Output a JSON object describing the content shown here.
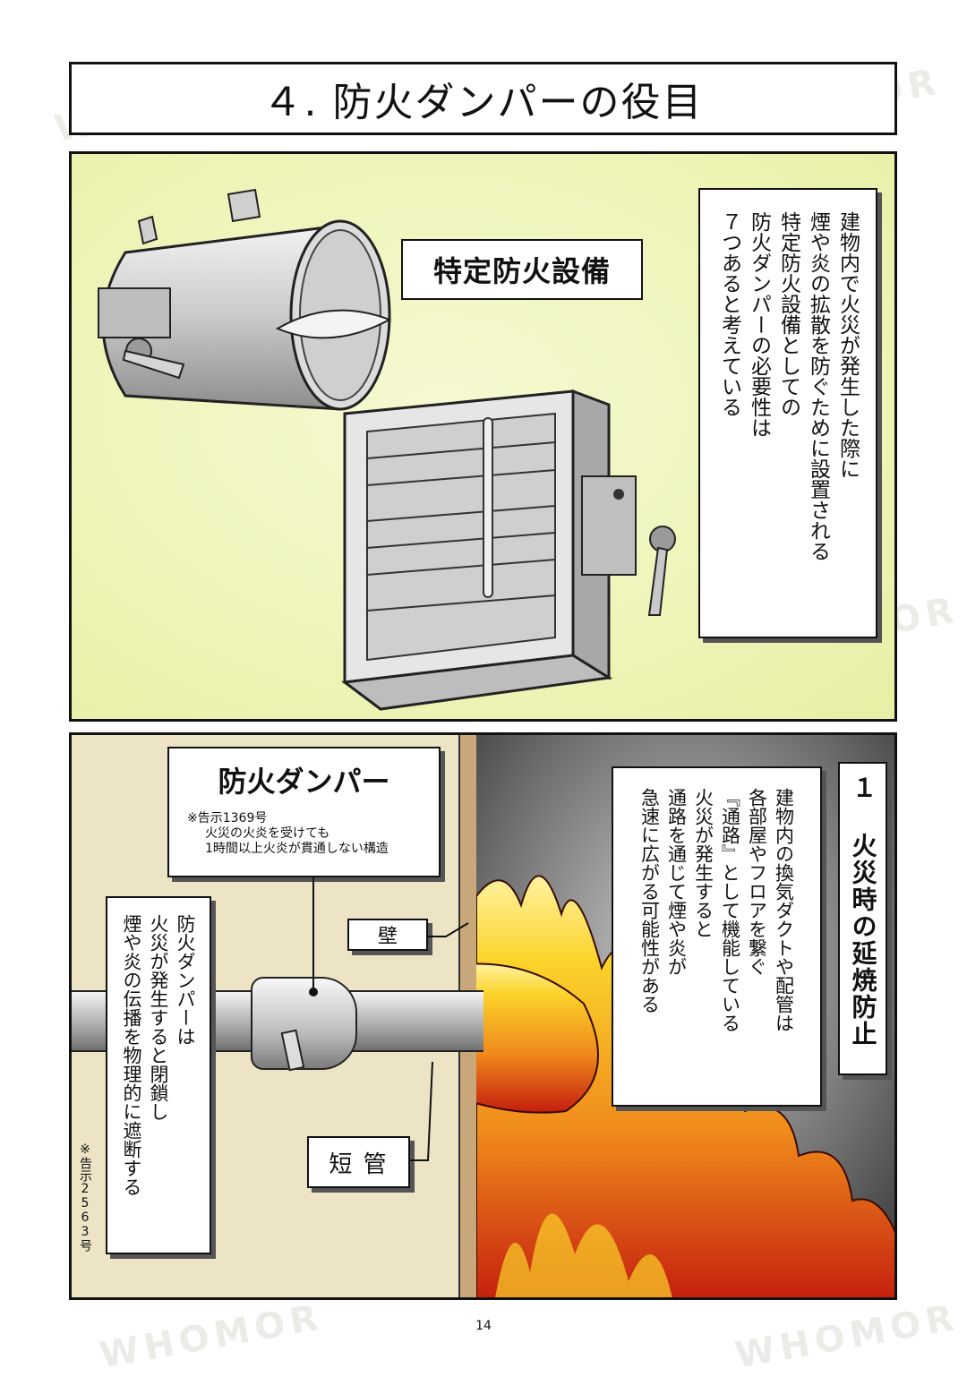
{
  "page": {
    "title": "４. 防火ダンパーの役目",
    "watermark": "WHOMOR",
    "page_number": "14"
  },
  "panel1": {
    "label": "特定防火設備",
    "vertical_text": [
      "建物内で火災が発生した際に",
      "煙や炎の拡散を防ぐために設置される",
      "特定防火設備としての",
      "防火ダンパーの必要性は",
      "７つあると考えている"
    ]
  },
  "panel2": {
    "damper_label": "防火ダンパー",
    "damper_note": [
      "※告示1369号",
      "火災の火炎を受けても",
      "1時間以上火炎が貫通しない構造"
    ],
    "wall_label": "壁",
    "pipe_label": "短 管",
    "left_text": [
      "防火ダンパーは",
      "火災が発生すると閉鎖し",
      "煙や炎の伝播を物理的に遮断する"
    ],
    "left_note": "※告示2563号",
    "heading": "１ 火災時の延焼防止",
    "right_text": [
      "建物内の換気ダクトや配管は",
      "各部屋やフロアを繋ぐ",
      "『通路』として機能している",
      "火災が発生すると",
      "通路を通じて煙や炎が",
      "急速に広がる可能性がある"
    ]
  },
  "colors": {
    "panel1_bg": "#eef4b8",
    "panel2_bg": "#ece4c4",
    "fire_orange": "#f08a1c",
    "fire_yellow": "#fbd32a",
    "fire_red": "#d42a12"
  }
}
